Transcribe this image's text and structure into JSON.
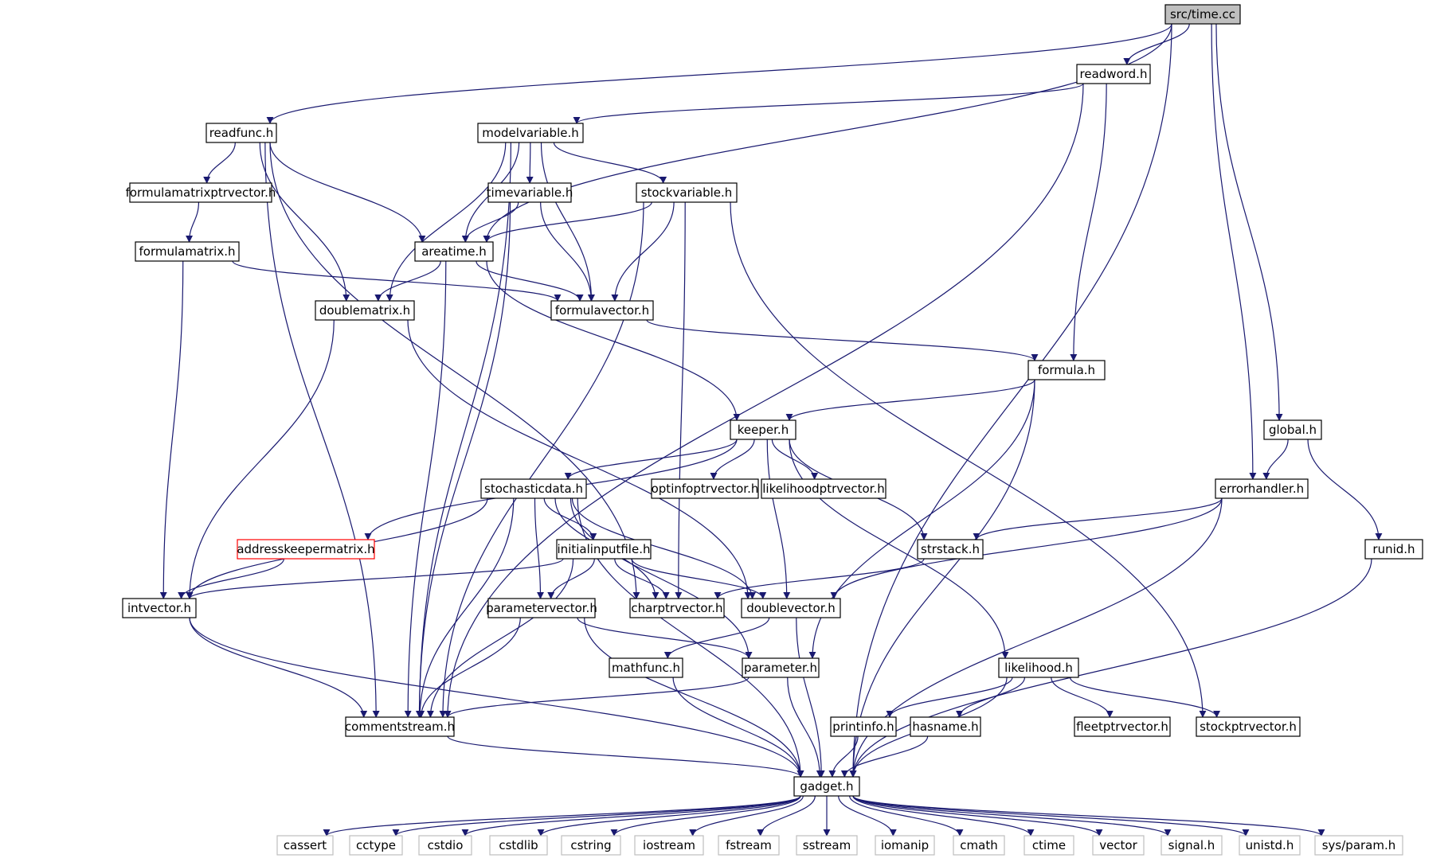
{
  "diagram": {
    "colors": {
      "edge": "#191970",
      "root_fill": "#bfbfbf",
      "node_border": "#000000",
      "external_border": "#bfbfbf",
      "highlight_border": "#ff0000"
    },
    "nodes": [
      {
        "id": "time",
        "label": "src/time.cc",
        "kind": "root"
      },
      {
        "id": "readword",
        "label": "readword.h",
        "kind": "normal"
      },
      {
        "id": "readfunc",
        "label": "readfunc.h",
        "kind": "normal"
      },
      {
        "id": "modelvariable",
        "label": "modelvariable.h",
        "kind": "normal"
      },
      {
        "id": "formulamatrixptrvector",
        "label": "formulamatrixptrvector.h",
        "kind": "normal"
      },
      {
        "id": "timevariable",
        "label": "timevariable.h",
        "kind": "normal"
      },
      {
        "id": "stockvariable",
        "label": "stockvariable.h",
        "kind": "normal"
      },
      {
        "id": "formulamatrix",
        "label": "formulamatrix.h",
        "kind": "normal"
      },
      {
        "id": "areatime",
        "label": "areatime.h",
        "kind": "normal"
      },
      {
        "id": "doublematrix",
        "label": "doublematrix.h",
        "kind": "normal"
      },
      {
        "id": "formulavector",
        "label": "formulavector.h",
        "kind": "normal"
      },
      {
        "id": "formula",
        "label": "formula.h",
        "kind": "normal"
      },
      {
        "id": "keeper",
        "label": "keeper.h",
        "kind": "normal"
      },
      {
        "id": "global",
        "label": "global.h",
        "kind": "normal"
      },
      {
        "id": "stochasticdata",
        "label": "stochasticdata.h",
        "kind": "normal"
      },
      {
        "id": "optinfoptrvector",
        "label": "optinfoptrvector.h",
        "kind": "normal"
      },
      {
        "id": "likelihoodptrvector",
        "label": "likelihoodptrvector.h",
        "kind": "normal"
      },
      {
        "id": "errorhandler",
        "label": "errorhandler.h",
        "kind": "normal"
      },
      {
        "id": "addresskeepermatrix",
        "label": "addresskeepermatrix.h",
        "kind": "red"
      },
      {
        "id": "initialinputfile",
        "label": "initialinputfile.h",
        "kind": "normal"
      },
      {
        "id": "strstack",
        "label": "strstack.h",
        "kind": "normal"
      },
      {
        "id": "runid",
        "label": "runid.h",
        "kind": "normal"
      },
      {
        "id": "intvector",
        "label": "intvector.h",
        "kind": "normal"
      },
      {
        "id": "parametervector",
        "label": "parametervector.h",
        "kind": "normal"
      },
      {
        "id": "charptrvector",
        "label": "charptrvector.h",
        "kind": "normal"
      },
      {
        "id": "doublevector",
        "label": "doublevector.h",
        "kind": "normal"
      },
      {
        "id": "mathfunc",
        "label": "mathfunc.h",
        "kind": "normal"
      },
      {
        "id": "parameter",
        "label": "parameter.h",
        "kind": "normal"
      },
      {
        "id": "likelihood",
        "label": "likelihood.h",
        "kind": "normal"
      },
      {
        "id": "commentstream",
        "label": "commentstream.h",
        "kind": "normal"
      },
      {
        "id": "printinfo",
        "label": "printinfo.h",
        "kind": "normal"
      },
      {
        "id": "hasname",
        "label": "hasname.h",
        "kind": "normal"
      },
      {
        "id": "fleetptrvector",
        "label": "fleetptrvector.h",
        "kind": "normal"
      },
      {
        "id": "stockptrvector",
        "label": "stockptrvector.h",
        "kind": "normal"
      },
      {
        "id": "gadget",
        "label": "gadget.h",
        "kind": "normal"
      },
      {
        "id": "cassert",
        "label": "cassert",
        "kind": "external"
      },
      {
        "id": "cctype",
        "label": "cctype",
        "kind": "external"
      },
      {
        "id": "cstdio",
        "label": "cstdio",
        "kind": "external"
      },
      {
        "id": "cstdlib",
        "label": "cstdlib",
        "kind": "external"
      },
      {
        "id": "cstring",
        "label": "cstring",
        "kind": "external"
      },
      {
        "id": "iostream",
        "label": "iostream",
        "kind": "external"
      },
      {
        "id": "fstream",
        "label": "fstream",
        "kind": "external"
      },
      {
        "id": "sstream",
        "label": "sstream",
        "kind": "external"
      },
      {
        "id": "iomanip",
        "label": "iomanip",
        "kind": "external"
      },
      {
        "id": "cmath",
        "label": "cmath",
        "kind": "external"
      },
      {
        "id": "ctime",
        "label": "ctime",
        "kind": "external"
      },
      {
        "id": "vector",
        "label": "vector",
        "kind": "external"
      },
      {
        "id": "signal",
        "label": "signal.h",
        "kind": "external"
      },
      {
        "id": "unistd",
        "label": "unistd.h",
        "kind": "external"
      },
      {
        "id": "sysparam",
        "label": "sys/param.h",
        "kind": "external"
      }
    ],
    "edges": [
      [
        "time",
        "readword"
      ],
      [
        "time",
        "readfunc"
      ],
      [
        "time",
        "areatime"
      ],
      [
        "time",
        "errorhandler"
      ],
      [
        "time",
        "global"
      ],
      [
        "time",
        "gadget"
      ],
      [
        "readword",
        "modelvariable"
      ],
      [
        "readword",
        "formula"
      ],
      [
        "readword",
        "commentstream"
      ],
      [
        "readfunc",
        "formulamatrixptrvector"
      ],
      [
        "readfunc",
        "areatime"
      ],
      [
        "readfunc",
        "doublematrix"
      ],
      [
        "readfunc",
        "charptrvector"
      ],
      [
        "readfunc",
        "commentstream"
      ],
      [
        "modelvariable",
        "timevariable"
      ],
      [
        "modelvariable",
        "stockvariable"
      ],
      [
        "modelvariable",
        "areatime"
      ],
      [
        "modelvariable",
        "doublematrix"
      ],
      [
        "modelvariable",
        "formulavector"
      ],
      [
        "modelvariable",
        "commentstream"
      ],
      [
        "formulamatrixptrvector",
        "formulamatrix"
      ],
      [
        "timevariable",
        "areatime"
      ],
      [
        "timevariable",
        "formulavector"
      ],
      [
        "timevariable",
        "commentstream"
      ],
      [
        "stockvariable",
        "areatime"
      ],
      [
        "stockvariable",
        "formulavector"
      ],
      [
        "stockvariable",
        "commentstream"
      ],
      [
        "stockvariable",
        "charptrvector"
      ],
      [
        "stockvariable",
        "stockptrvector"
      ],
      [
        "formulamatrix",
        "formulavector"
      ],
      [
        "formulamatrix",
        "intvector"
      ],
      [
        "areatime",
        "doublematrix"
      ],
      [
        "areatime",
        "formulavector"
      ],
      [
        "areatime",
        "keeper"
      ],
      [
        "areatime",
        "commentstream"
      ],
      [
        "doublematrix",
        "intvector"
      ],
      [
        "doublematrix",
        "doublevector"
      ],
      [
        "formulavector",
        "formula"
      ],
      [
        "formula",
        "keeper"
      ],
      [
        "formula",
        "parameter"
      ],
      [
        "formula",
        "gadget"
      ],
      [
        "keeper",
        "stochasticdata"
      ],
      [
        "keeper",
        "optinfoptrvector"
      ],
      [
        "keeper",
        "likelihoodptrvector"
      ],
      [
        "keeper",
        "addresskeepermatrix"
      ],
      [
        "keeper",
        "strstack"
      ],
      [
        "keeper",
        "doublevector"
      ],
      [
        "keeper",
        "likelihood"
      ],
      [
        "global",
        "errorhandler"
      ],
      [
        "global",
        "runid"
      ],
      [
        "stochasticdata",
        "initialinputfile"
      ],
      [
        "stochasticdata",
        "intvector"
      ],
      [
        "stochasticdata",
        "parametervector"
      ],
      [
        "stochasticdata",
        "charptrvector"
      ],
      [
        "stochasticdata",
        "doublevector"
      ],
      [
        "stochasticdata",
        "parameter"
      ],
      [
        "stochasticdata",
        "commentstream"
      ],
      [
        "stochasticdata",
        "gadget"
      ],
      [
        "errorhandler",
        "strstack"
      ],
      [
        "errorhandler",
        "doublevector"
      ],
      [
        "errorhandler",
        "gadget"
      ],
      [
        "addresskeepermatrix",
        "intvector"
      ],
      [
        "initialinputfile",
        "intvector"
      ],
      [
        "initialinputfile",
        "parametervector"
      ],
      [
        "initialinputfile",
        "charptrvector"
      ],
      [
        "initialinputfile",
        "doublevector"
      ],
      [
        "initialinputfile",
        "commentstream"
      ],
      [
        "strstack",
        "charptrvector"
      ],
      [
        "runid",
        "gadget"
      ],
      [
        "intvector",
        "commentstream"
      ],
      [
        "intvector",
        "gadget"
      ],
      [
        "parametervector",
        "parameter"
      ],
      [
        "parametervector",
        "commentstream"
      ],
      [
        "parametervector",
        "gadget"
      ],
      [
        "doublevector",
        "mathfunc"
      ],
      [
        "doublevector",
        "gadget"
      ],
      [
        "mathfunc",
        "gadget"
      ],
      [
        "parameter",
        "commentstream"
      ],
      [
        "parameter",
        "gadget"
      ],
      [
        "likelihood",
        "printinfo"
      ],
      [
        "likelihood",
        "hasname"
      ],
      [
        "likelihood",
        "fleetptrvector"
      ],
      [
        "likelihood",
        "stockptrvector"
      ],
      [
        "likelihood",
        "gadget"
      ],
      [
        "commentstream",
        "gadget"
      ],
      [
        "printinfo",
        "gadget"
      ],
      [
        "hasname",
        "gadget"
      ],
      [
        "gadget",
        "cassert"
      ],
      [
        "gadget",
        "cctype"
      ],
      [
        "gadget",
        "cstdio"
      ],
      [
        "gadget",
        "cstdlib"
      ],
      [
        "gadget",
        "cstring"
      ],
      [
        "gadget",
        "iostream"
      ],
      [
        "gadget",
        "fstream"
      ],
      [
        "gadget",
        "sstream"
      ],
      [
        "gadget",
        "iomanip"
      ],
      [
        "gadget",
        "cmath"
      ],
      [
        "gadget",
        "ctime"
      ],
      [
        "gadget",
        "vector"
      ],
      [
        "gadget",
        "signal"
      ],
      [
        "gadget",
        "unistd"
      ],
      [
        "gadget",
        "sysparam"
      ]
    ]
  }
}
